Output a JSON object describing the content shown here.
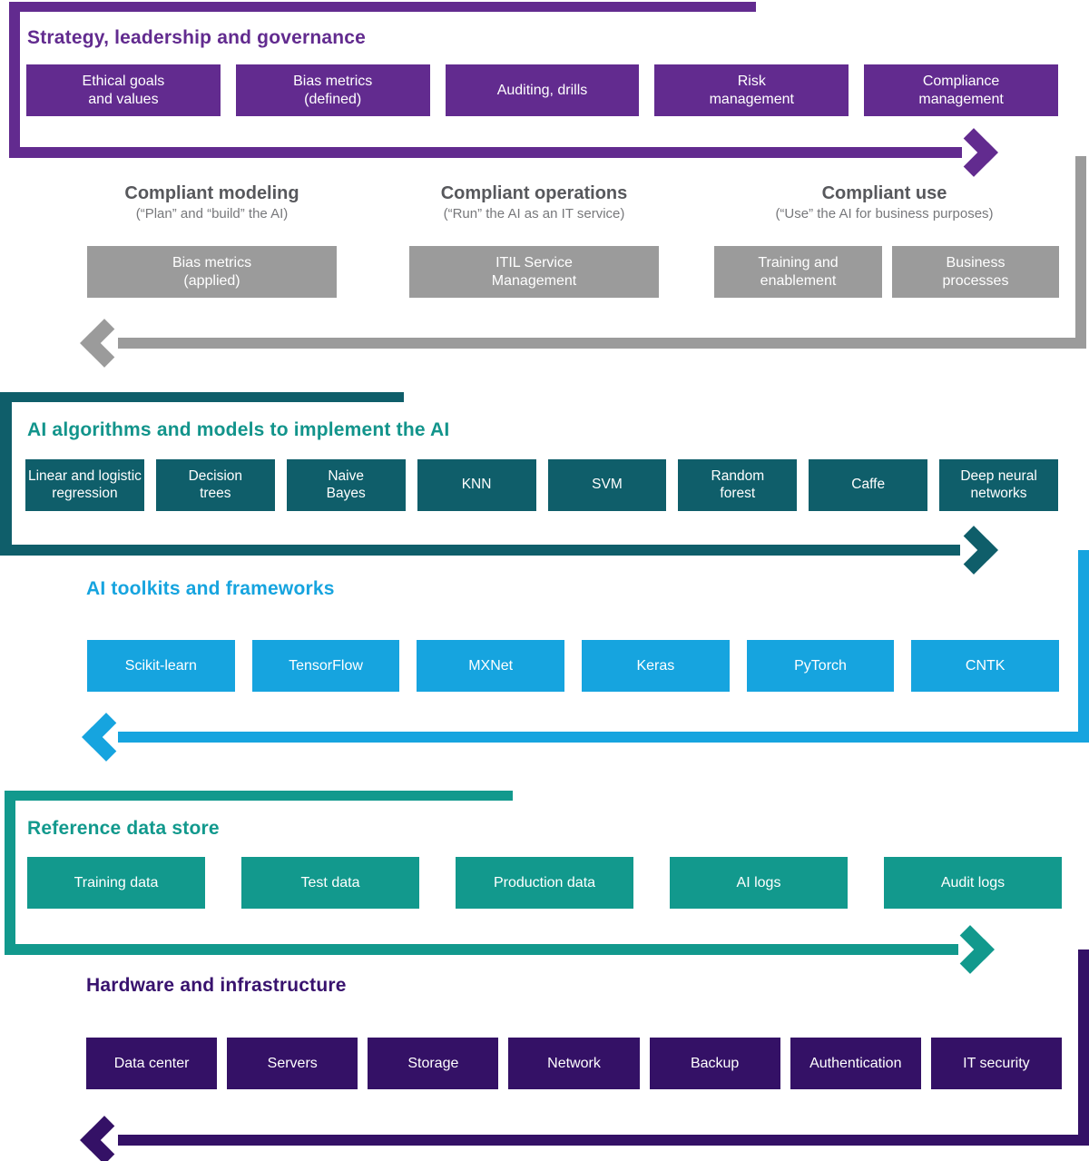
{
  "palette": {
    "strategy_purple": "#622B8F",
    "compliance_gray": "#9B9B9B",
    "gray_heading": "#57585C",
    "gray_subtitle": "#77787B",
    "algorithms_teal_dark": "#0F5E6A",
    "algorithms_heading_teal": "#12948B",
    "toolkits_blue": "#16A4DF",
    "datastore_teal": "#12998D",
    "hardware_purple_dark": "#341166",
    "box_text": "#FFFFFF"
  },
  "strategy": {
    "title": "Strategy, leadership and governance",
    "boxes": [
      "Ethical goals\nand values",
      "Bias metrics\n(defined)",
      "Auditing, drills",
      "Risk\nmanagement",
      "Compliance\nmanagement"
    ]
  },
  "compliance": {
    "groups": [
      {
        "title": "Compliant modeling",
        "subtitle": "(“Plan” and “build” the AI)",
        "boxes": [
          "Bias metrics\n(applied)"
        ]
      },
      {
        "title": "Compliant operations",
        "subtitle": "(“Run” the AI as an IT service)",
        "boxes": [
          "ITIL Service\nManagement"
        ]
      },
      {
        "title": "Compliant use",
        "subtitle": "(“Use” the AI for business purposes)",
        "boxes": [
          "Training and\nenablement",
          "Business\nprocesses"
        ]
      }
    ]
  },
  "algorithms": {
    "title": "AI algorithms and models to implement the AI",
    "boxes": [
      "Linear and logistic\nregression",
      "Decision\ntrees",
      "Naive\nBayes",
      "KNN",
      "SVM",
      "Random\nforest",
      "Caffe",
      "Deep neural\nnetworks"
    ]
  },
  "toolkits": {
    "title": "AI toolkits and frameworks",
    "boxes": [
      "Scikit-learn",
      "TensorFlow",
      "MXNet",
      "Keras",
      "PyTorch",
      "CNTK"
    ]
  },
  "datastore": {
    "title": "Reference data store",
    "boxes": [
      "Training data",
      "Test data",
      "Production data",
      "AI logs",
      "Audit logs"
    ]
  },
  "hardware": {
    "title": "Hardware and infrastructure",
    "boxes": [
      "Data center",
      "Servers",
      "Storage",
      "Network",
      "Backup",
      "Authentication",
      "IT security"
    ]
  }
}
